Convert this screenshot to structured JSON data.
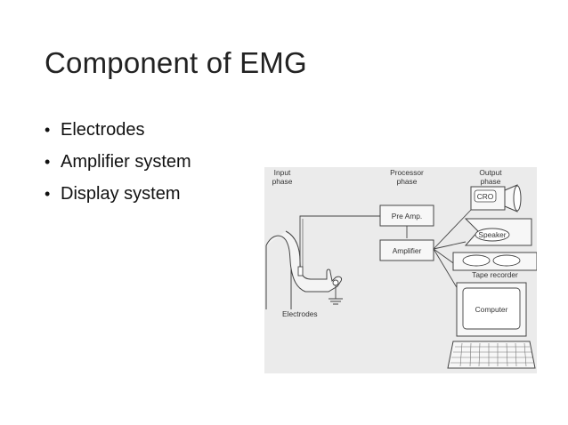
{
  "slide": {
    "title": "Component of EMG",
    "bullets": [
      {
        "label": "Electrodes"
      },
      {
        "label": "Amplifier system"
      },
      {
        "label": "Display system"
      }
    ]
  },
  "figure": {
    "headers": {
      "input": [
        "Input",
        "phase"
      ],
      "processor": [
        "Processor",
        "phase"
      ],
      "output": [
        "Output",
        "phase"
      ]
    },
    "boxes": {
      "pre_amp": "Pre Amp.",
      "amplifier": "Amplifier",
      "cro": "CRO",
      "speaker": "Speaker",
      "tape_recorder": "Tape recorder",
      "computer": "Computer"
    },
    "electrodes_label": "Electrodes"
  },
  "colors": {
    "figure_background": "#ebebeb",
    "line": "#444444",
    "box_fill": "#f7f7f7"
  }
}
